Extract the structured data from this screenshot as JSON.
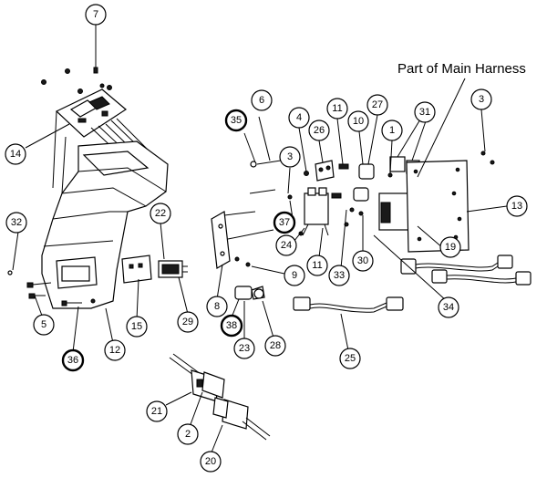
{
  "diagram": {
    "annotation": "Part of Main Harness",
    "callouts": [
      {
        "id": "c7",
        "label": "7"
      },
      {
        "id": "c14",
        "label": "14"
      },
      {
        "id": "c32",
        "label": "32"
      },
      {
        "id": "c5",
        "label": "5"
      },
      {
        "id": "c36",
        "label": "36"
      },
      {
        "id": "c12",
        "label": "12"
      },
      {
        "id": "c15",
        "label": "15"
      },
      {
        "id": "c22",
        "label": "22"
      },
      {
        "id": "c29",
        "label": "29"
      },
      {
        "id": "c35",
        "label": "35"
      },
      {
        "id": "c6",
        "label": "6"
      },
      {
        "id": "c3a",
        "label": "3"
      },
      {
        "id": "c4",
        "label": "4"
      },
      {
        "id": "c26",
        "label": "26"
      },
      {
        "id": "c11a",
        "label": "11"
      },
      {
        "id": "c10",
        "label": "10"
      },
      {
        "id": "c27",
        "label": "27"
      },
      {
        "id": "c1",
        "label": "1"
      },
      {
        "id": "c31",
        "label": "31"
      },
      {
        "id": "c3b",
        "label": "3"
      },
      {
        "id": "c13",
        "label": "13"
      },
      {
        "id": "c37",
        "label": "37"
      },
      {
        "id": "c24",
        "label": "24"
      },
      {
        "id": "c11b",
        "label": "11"
      },
      {
        "id": "c33",
        "label": "33"
      },
      {
        "id": "c30",
        "label": "30"
      },
      {
        "id": "c19",
        "label": "19"
      },
      {
        "id": "c34",
        "label": "34"
      },
      {
        "id": "c9",
        "label": "9"
      },
      {
        "id": "c8",
        "label": "8"
      },
      {
        "id": "c38",
        "label": "38"
      },
      {
        "id": "c23",
        "label": "23"
      },
      {
        "id": "c28",
        "label": "28"
      },
      {
        "id": "c25",
        "label": "25"
      },
      {
        "id": "c21",
        "label": "21"
      },
      {
        "id": "c2",
        "label": "2"
      },
      {
        "id": "c20",
        "label": "20"
      }
    ]
  }
}
